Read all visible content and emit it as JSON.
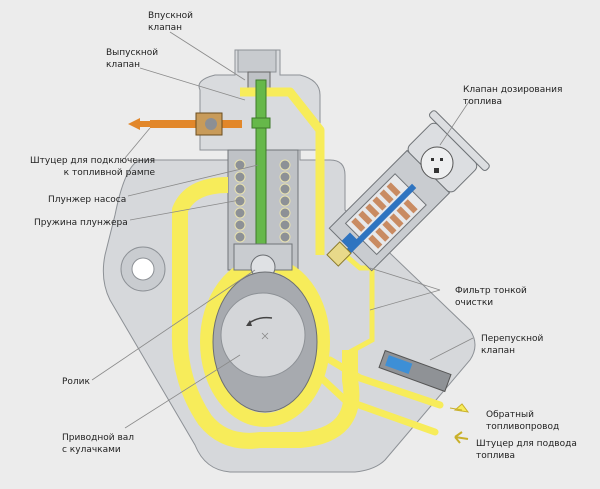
{
  "diagram": {
    "subject": "High-pressure fuel pump (cross-section)",
    "colors": {
      "background": "#ececec",
      "housing": "#d6d8db",
      "housing_dark": "#b9bcc1",
      "fuel": "#f7ec5a",
      "plunger": "#66b84a",
      "high_pressure_line": "#e2872a",
      "valve_spool": "#2f74c0",
      "coil": "#c98b62",
      "leader_line": "#8a8a8a"
    },
    "labels": {
      "inlet_valve": [
        "Впускной",
        "клапан"
      ],
      "outlet_valve": [
        "Выпускной",
        "клапан"
      ],
      "rail_fitting": [
        "Штуцер для подключения",
        "к топливной рампе"
      ],
      "pump_plunger": [
        "Плунжер насоса"
      ],
      "plunger_spring": [
        "Пружина плунжера"
      ],
      "roller": [
        "Ролик"
      ],
      "camshaft": [
        "Приводной вал",
        "с кулачками"
      ],
      "metering_valve": [
        "Клапан дозирования",
        "топлива"
      ],
      "fine_filter": [
        "Фильтр тонкой",
        "очистки"
      ],
      "bypass_valve": [
        "Перепускной",
        "клапан"
      ],
      "return_line": [
        "Обратный",
        "топливопровод"
      ],
      "supply_fitting": [
        "Штуцер для подвода",
        "топлива"
      ]
    }
  }
}
